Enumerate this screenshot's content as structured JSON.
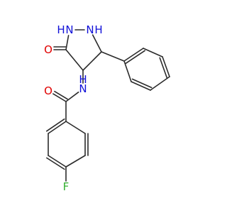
{
  "colors": {
    "background": "#ffffff",
    "bond": "#2b2b2b",
    "nitrogen": "#1010d8",
    "oxygen": "#e00000",
    "fluorine": "#33b030",
    "carbon": "#2b2b2b"
  },
  "atoms": [
    {
      "id": "O1",
      "element": "O",
      "label": "O"
    },
    {
      "id": "C5",
      "element": "C",
      "label": ""
    },
    {
      "id": "N1",
      "element": "N",
      "label": "N"
    },
    {
      "id": "H1",
      "element": "H",
      "label": "H"
    },
    {
      "id": "N2",
      "element": "N",
      "label": "N"
    },
    {
      "id": "H2",
      "element": "H",
      "label": "H"
    },
    {
      "id": "C3",
      "element": "C",
      "label": ""
    },
    {
      "id": "C4",
      "element": "C",
      "label": ""
    },
    {
      "id": "Ph1",
      "element": "C",
      "label": ""
    },
    {
      "id": "Ph2",
      "element": "C",
      "label": ""
    },
    {
      "id": "Ph3",
      "element": "C",
      "label": ""
    },
    {
      "id": "Ph4",
      "element": "C",
      "label": ""
    },
    {
      "id": "Ph5",
      "element": "C",
      "label": ""
    },
    {
      "id": "Ph6",
      "element": "C",
      "label": ""
    },
    {
      "id": "N3",
      "element": "N",
      "label": "N"
    },
    {
      "id": "H3",
      "element": "H",
      "label": "H"
    },
    {
      "id": "C7",
      "element": "C",
      "label": ""
    },
    {
      "id": "O2",
      "element": "O",
      "label": "O"
    },
    {
      "id": "B1",
      "element": "C",
      "label": ""
    },
    {
      "id": "B2",
      "element": "C",
      "label": ""
    },
    {
      "id": "B3",
      "element": "C",
      "label": ""
    },
    {
      "id": "B4",
      "element": "C",
      "label": ""
    },
    {
      "id": "B5",
      "element": "C",
      "label": ""
    },
    {
      "id": "B6",
      "element": "C",
      "label": ""
    },
    {
      "id": "F1",
      "element": "F",
      "label": "F"
    }
  ],
  "bonds": [
    {
      "a": "C5",
      "b": "O1",
      "order": 2
    },
    {
      "a": "C5",
      "b": "N1",
      "order": 1
    },
    {
      "a": "N1",
      "b": "N2",
      "order": 1
    },
    {
      "a": "N2",
      "b": "C3",
      "order": 1
    },
    {
      "a": "C3",
      "b": "C4",
      "order": 1
    },
    {
      "a": "C4",
      "b": "C5",
      "order": 1
    },
    {
      "a": "C3",
      "b": "Ph1",
      "order": 1
    },
    {
      "a": "Ph1",
      "b": "Ph2",
      "order": 2
    },
    {
      "a": "Ph2",
      "b": "Ph3",
      "order": 1
    },
    {
      "a": "Ph3",
      "b": "Ph4",
      "order": 2
    },
    {
      "a": "Ph4",
      "b": "Ph5",
      "order": 1
    },
    {
      "a": "Ph5",
      "b": "Ph6",
      "order": 2
    },
    {
      "a": "Ph6",
      "b": "Ph1",
      "order": 1
    },
    {
      "a": "C4",
      "b": "N3",
      "order": 1
    },
    {
      "a": "N3",
      "b": "C7",
      "order": 1
    },
    {
      "a": "C7",
      "b": "O2",
      "order": 2
    },
    {
      "a": "C7",
      "b": "B1",
      "order": 1
    },
    {
      "a": "B1",
      "b": "B2",
      "order": 2
    },
    {
      "a": "B2",
      "b": "B3",
      "order": 1
    },
    {
      "a": "B3",
      "b": "B4",
      "order": 2
    },
    {
      "a": "B4",
      "b": "B5",
      "order": 1
    },
    {
      "a": "B5",
      "b": "B6",
      "order": 2
    },
    {
      "a": "B6",
      "b": "B1",
      "order": 1
    },
    {
      "a": "B4",
      "b": "F1",
      "order": 1
    }
  ]
}
